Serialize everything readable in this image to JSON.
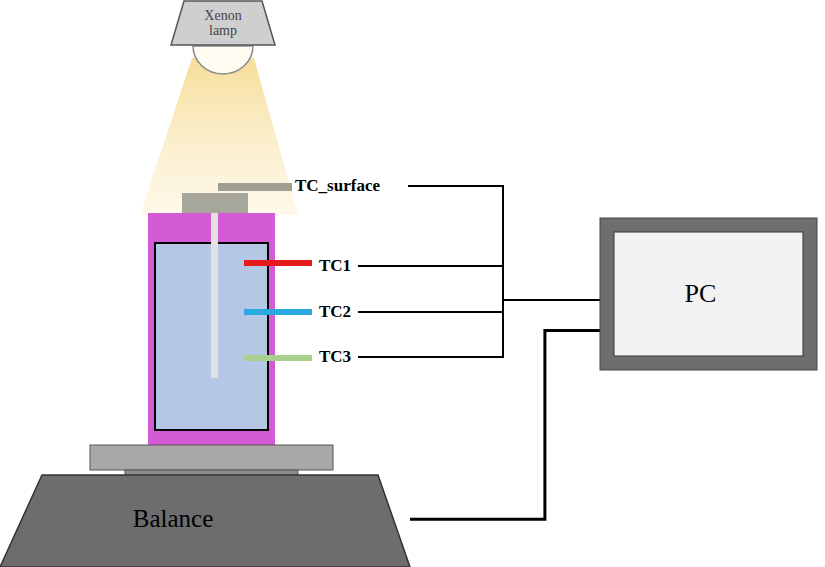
{
  "diagram": {
    "nodes": [
      {
        "text": [
          "Xenon lamp"
        ]
      },
      {
        "text": [
          "PC"
        ]
      },
      {
        "text": [
          "Balance"
        ]
      }
    ],
    "edges": [
      {
        "from": 2,
        "to": 1,
        "arrow": "none"
      }
    ],
    "labels": [
      "TC_surface",
      "TC1",
      "TC2",
      "TC3"
    ]
  }
}
